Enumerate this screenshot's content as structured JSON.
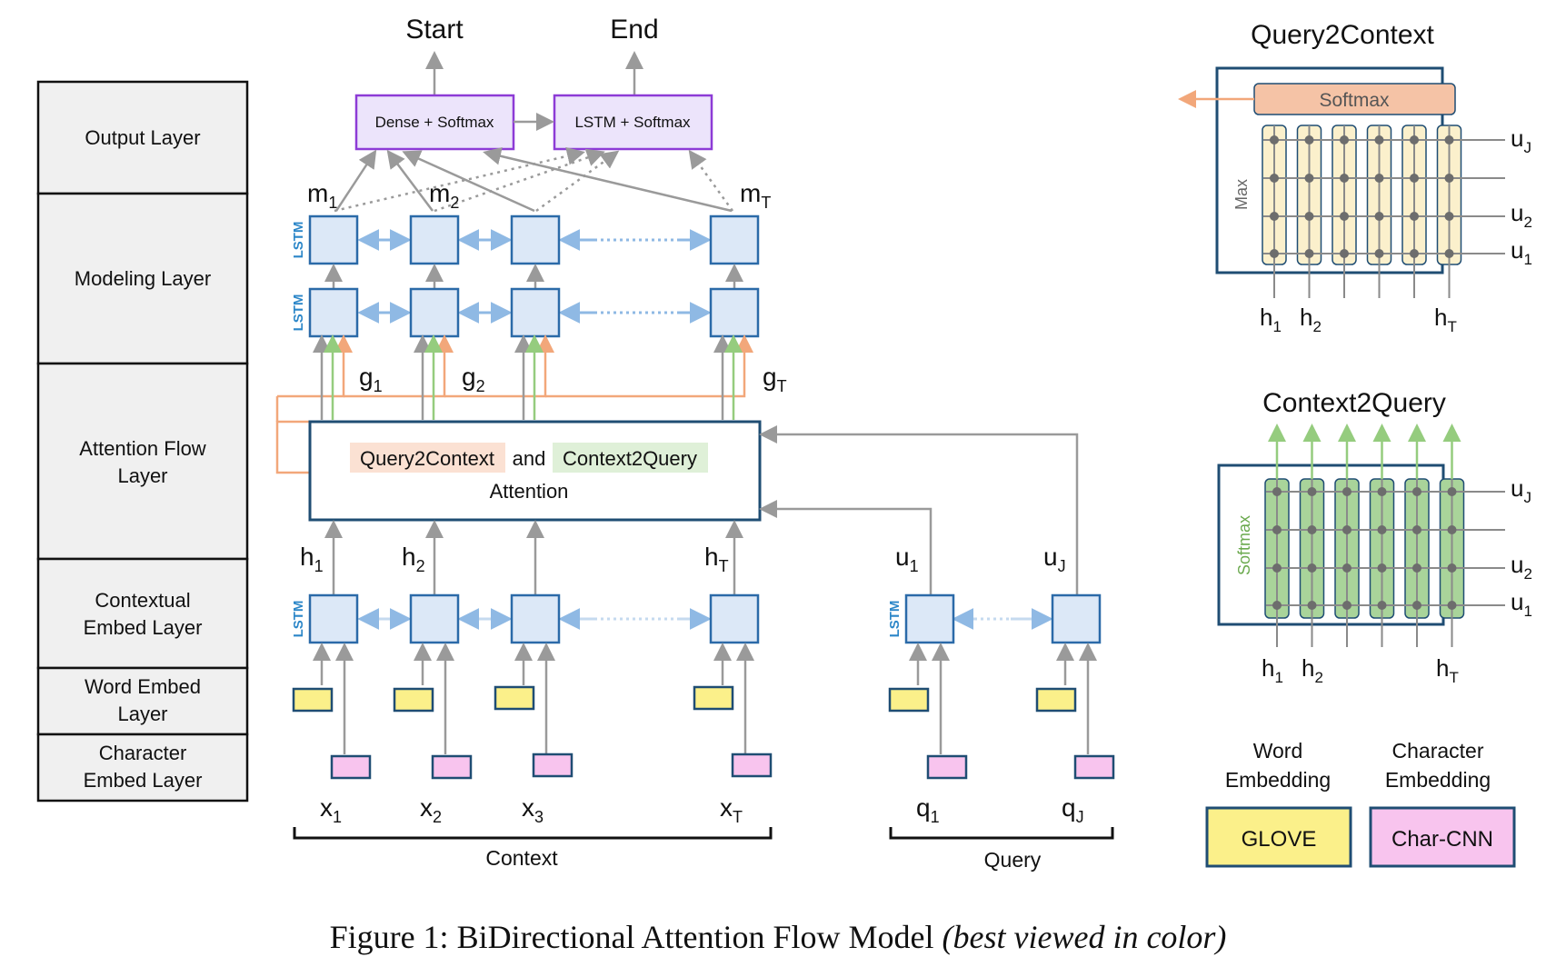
{
  "layers": [
    {
      "id": "output",
      "label_lines": [
        "Output Layer"
      ]
    },
    {
      "id": "modeling",
      "label_lines": [
        "Modeling Layer"
      ]
    },
    {
      "id": "attention",
      "label_lines": [
        "Attention Flow",
        "Layer"
      ]
    },
    {
      "id": "contextual",
      "label_lines": [
        "Contextual",
        "Embed Layer"
      ]
    },
    {
      "id": "word",
      "label_lines": [
        "Word Embed",
        "Layer"
      ]
    },
    {
      "id": "char",
      "label_lines": [
        "Character",
        "Embed Layer"
      ]
    }
  ],
  "outputs": {
    "start": "Start",
    "end": "End",
    "dense_softmax": "Dense + Softmax",
    "lstm_softmax": "LSTM + Softmax"
  },
  "lstm_label": "LSTM",
  "m_labels": [
    "m",
    "m",
    "m"
  ],
  "m_subs": [
    "1",
    "2",
    "T"
  ],
  "g_labels": [
    "g",
    "g",
    "g"
  ],
  "g_subs": [
    "1",
    "2",
    "T"
  ],
  "h_subs": [
    "1",
    "2",
    "T"
  ],
  "u_subs": [
    "1",
    "J"
  ],
  "attention": {
    "q2c": "Query2Context",
    "and": "and",
    "c2q": "Context2Query",
    "line2": "Attention"
  },
  "context_tokens": {
    "base": "x",
    "subs": [
      "1",
      "2",
      "3",
      "T"
    ]
  },
  "query_tokens": {
    "base": "q",
    "subs": [
      "1",
      "J"
    ]
  },
  "context_label": "Context",
  "query_label": "Query",
  "q2c_panel": {
    "title": "Query2Context",
    "softmax": "Softmax",
    "max": "Max",
    "u_subs": [
      "J",
      "2",
      "1"
    ],
    "h_subs": [
      "1",
      "2",
      "T"
    ]
  },
  "c2q_panel": {
    "title": "Context2Query",
    "softmax": "Softmax",
    "u_subs": [
      "J",
      "2",
      "1"
    ],
    "h_subs": [
      "1",
      "2",
      "T"
    ]
  },
  "legend": {
    "word_title": [
      "Word",
      "Embedding"
    ],
    "word_box": "GLOVE",
    "char_title": [
      "Character",
      "Embedding"
    ],
    "char_box": "Char-CNN"
  },
  "caption": {
    "prefix": "Figure 1:",
    "title": "BiDirectional Attention Flow Model",
    "note": "(best viewed in color)"
  },
  "colors": {
    "lstm_fill": "#dce8f7",
    "lstm_stroke": "#2b6aa8",
    "lstm_text": "#2b86c8",
    "purple": "#8d3bd6",
    "purple_fill": "#ece4fb",
    "glove": "#fbf08a",
    "charcnn": "#f8c4ee",
    "orange": "#f2a77a",
    "green": "#95cc7e",
    "gray_arrow": "#9a9a9a",
    "blue_arrow": "#8fb9e4",
    "q2c_hl": "#fbe1d3",
    "c2q_hl": "#dff0d8",
    "panel_col_q2c": "#fbf0cc",
    "panel_col_c2q": "#a9d49a",
    "softmax_bar": "#f5c3a6"
  }
}
